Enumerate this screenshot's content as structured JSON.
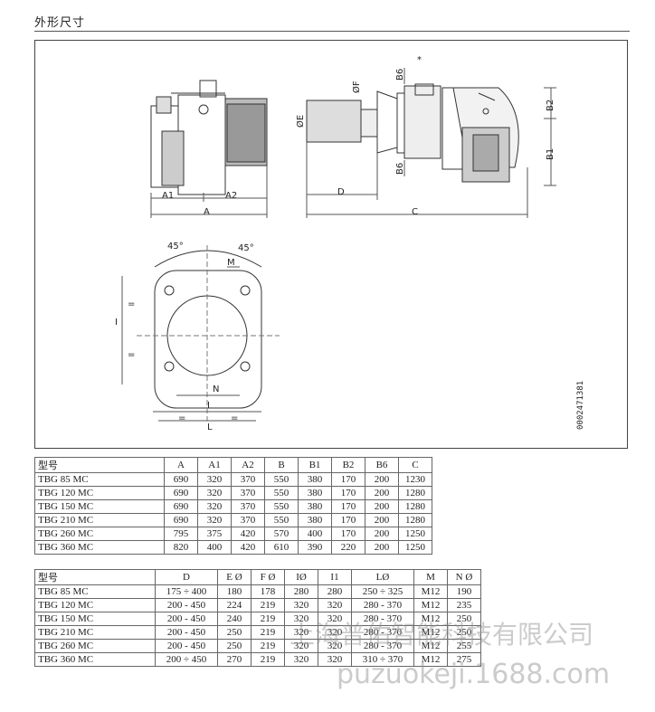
{
  "header": {
    "title": "外形尺寸"
  },
  "drawing": {
    "doc_number": "0002471381",
    "labels": {
      "A": "A",
      "A1": "A1",
      "A2": "A2",
      "B1": "B1",
      "B2": "B2",
      "B6": "B6",
      "C": "C",
      "D": "D",
      "E": "ØE",
      "F": "ØF",
      "star": "*",
      "angle": "45°",
      "M": "M",
      "N": "N",
      "I": "I",
      "L": "L",
      "eq": "="
    }
  },
  "table1": {
    "headers": [
      "型号",
      "A",
      "A1",
      "A2",
      "B",
      "B1",
      "B2",
      "B6",
      "C"
    ],
    "rows": [
      [
        "TBG 85 MC",
        "690",
        "320",
        "370",
        "550",
        "380",
        "170",
        "200",
        "1230"
      ],
      [
        "TBG 120 MC",
        "690",
        "320",
        "370",
        "550",
        "380",
        "170",
        "200",
        "1280"
      ],
      [
        "TBG 150 MC",
        "690",
        "320",
        "370",
        "550",
        "380",
        "170",
        "200",
        "1280"
      ],
      [
        "TBG 210 MC",
        "690",
        "320",
        "370",
        "550",
        "380",
        "170",
        "200",
        "1280"
      ],
      [
        "TBG 260 MC",
        "795",
        "375",
        "420",
        "570",
        "400",
        "170",
        "200",
        "1250"
      ],
      [
        "TBG 360 MC",
        "820",
        "400",
        "420",
        "610",
        "390",
        "220",
        "200",
        "1250"
      ]
    ]
  },
  "table2": {
    "headers": [
      "型号",
      "D",
      "E Ø",
      "F Ø",
      "IØ",
      "I1",
      "LØ",
      "M",
      "N Ø"
    ],
    "rows": [
      [
        "TBG 85 MC",
        "175 ÷ 400",
        "180",
        "178",
        "280",
        "280",
        "250 ÷ 325",
        "M12",
        "190"
      ],
      [
        "TBG 120 MC",
        "200 - 450",
        "224",
        "219",
        "320",
        "320",
        "280 - 370",
        "M12",
        "235"
      ],
      [
        "TBG 150 MC",
        "200 - 450",
        "240",
        "219",
        "320",
        "320",
        "280 - 370",
        "M12",
        "250"
      ],
      [
        "TBG 210 MC",
        "200 - 450",
        "250",
        "219",
        "320",
        "320",
        "280 - 370",
        "M12",
        "250"
      ],
      [
        "TBG 260 MC",
        "200 - 450",
        "250",
        "219",
        "320",
        "320",
        "280 - 370",
        "M12",
        "255"
      ],
      [
        "TBG 360 MC",
        "200 ÷ 450",
        "270",
        "219",
        "320",
        "320",
        "310 ÷ 370",
        "M12",
        "275"
      ]
    ]
  },
  "watermark": {
    "line1": "上海普佑智能科技有限公司",
    "line2": "puzuokeji.1688.com"
  }
}
